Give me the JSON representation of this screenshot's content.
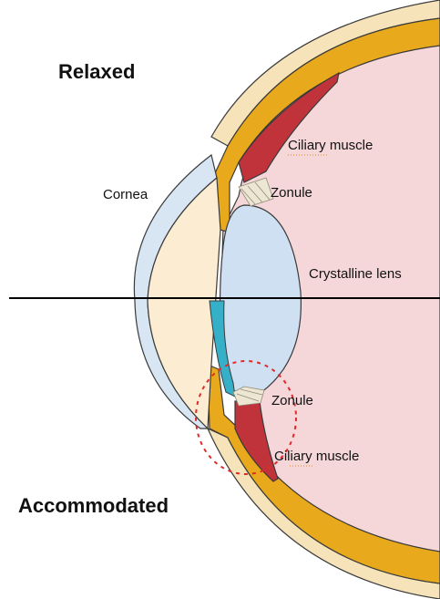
{
  "labels": {
    "relaxed": "Relaxed",
    "accommodated": "Accommodated",
    "cornea": "Cornea",
    "ciliary_muscle_top": "Ciliary muscle",
    "zonule_top": "Zonule",
    "crystalline_lens": "Crystalline lens",
    "zonule_bottom": "Zonule",
    "ciliary_muscle_bottom": "Ciliary muscle"
  },
  "colors": {
    "vitreous": "#f5d7da",
    "sclera_outer": "#f6e3b9",
    "choroid_band": "#e8a91c",
    "ciliary_muscle": "#c0333b",
    "cornea": "#d8e6f3",
    "anterior_chamber": "#fbecd2",
    "lens": "#cfe0f2",
    "iris_accommodated": "#35b0c8",
    "zonule": "#ece6d2",
    "outline": "#3a3a3a",
    "highlight_circle": "#e02a2a"
  }
}
